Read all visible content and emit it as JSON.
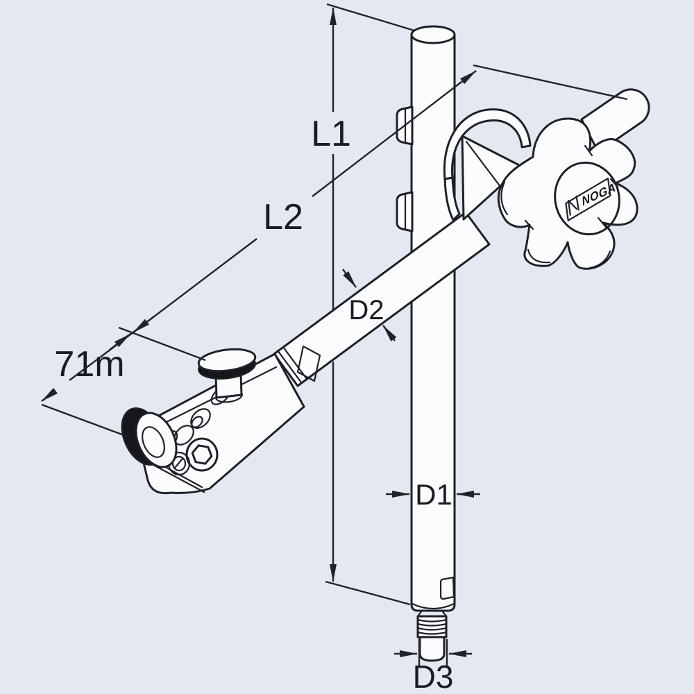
{
  "page": {
    "background_color": "#e4e8f0"
  },
  "drawing": {
    "kind": "isometric technical line drawing of an articulated indicator holder",
    "line_color": "#1d2127",
    "fill_color": "#fbfcfe",
    "solid_black_color": "#15171b",
    "dimension_labels": {
      "l1": "L1",
      "l2": "L2",
      "d1": "D1",
      "d2": "D2",
      "d3": "D3",
      "arm_length": "71m"
    },
    "logo": {
      "brand": "NOGA"
    }
  }
}
